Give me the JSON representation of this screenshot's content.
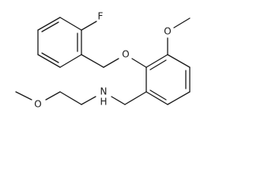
{
  "molecule": {
    "atom_labels": {
      "fluorine": "F",
      "ether_oxygen": "O",
      "methoxy_oxygen": "O",
      "amine_nitrogen": "N",
      "amine_hydrogen": "H",
      "chain_oxygen": "O"
    }
  }
}
